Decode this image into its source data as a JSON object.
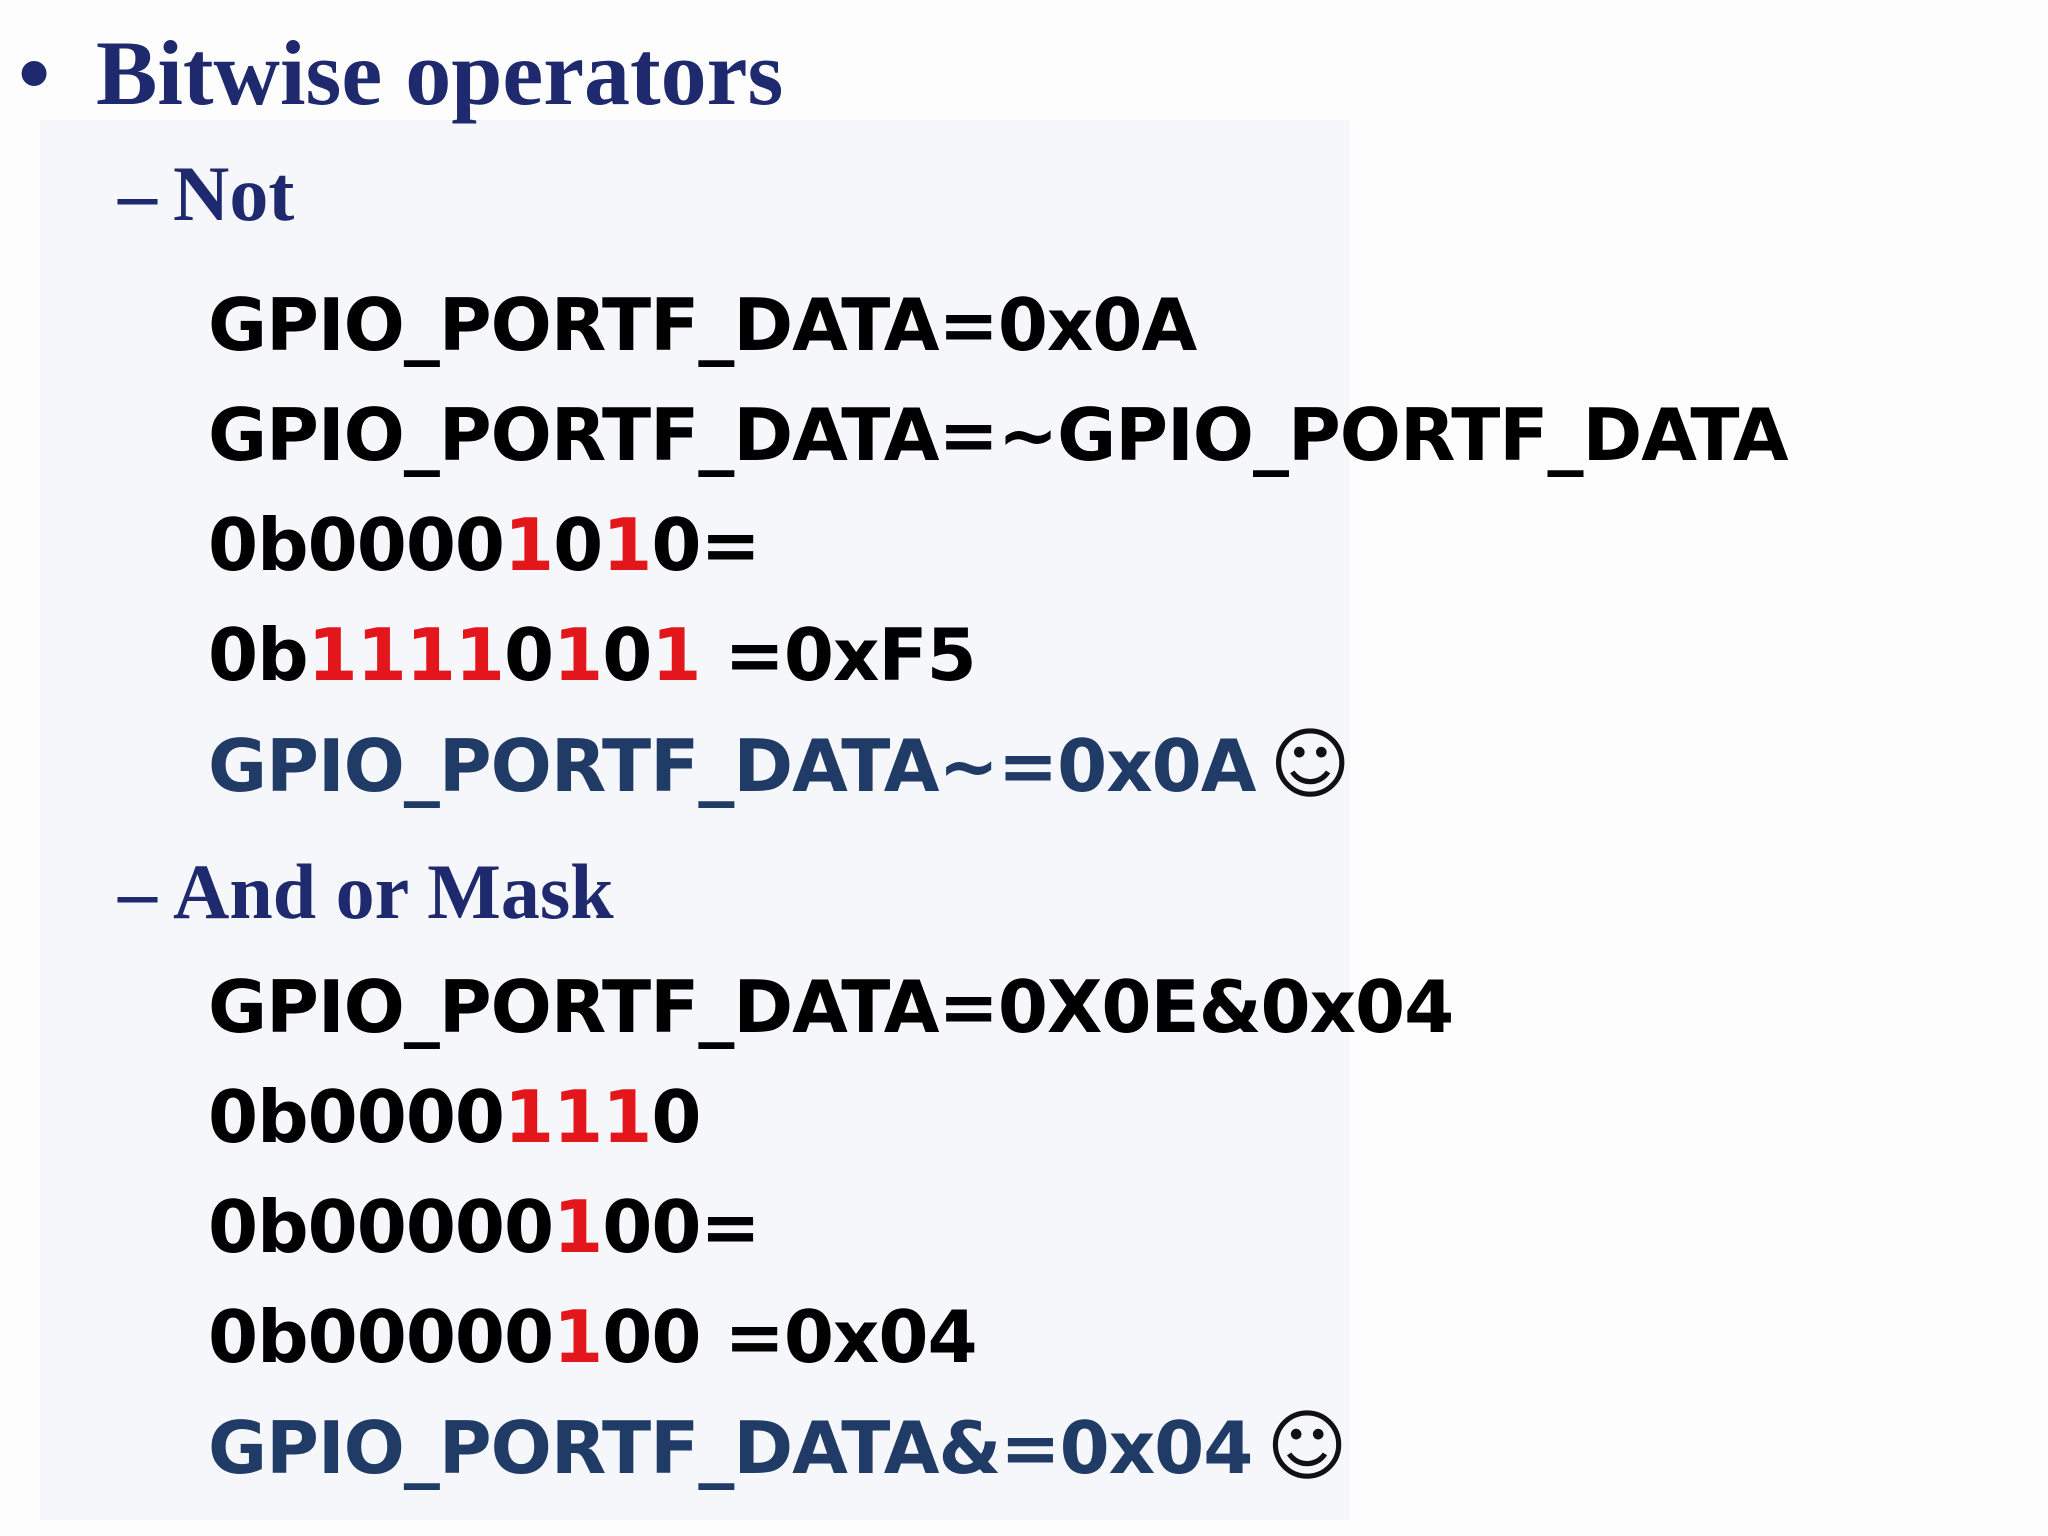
{
  "heading": {
    "bullet": "•",
    "title": "Bitwise operators"
  },
  "sections": [
    {
      "dash": "–",
      "title": "Not",
      "lines": [
        [
          {
            "text": "GPIO_PORTF_DATA=0x0A"
          }
        ],
        [
          {
            "text": "GPIO_PORTF_DATA=~GPIO_PORTF_DATA"
          }
        ],
        [
          {
            "text": "0b0000"
          },
          {
            "text": "1",
            "hl": true
          },
          {
            "text": "0"
          },
          {
            "text": "1",
            "hl": true
          },
          {
            "text": "0="
          }
        ],
        [
          {
            "text": "0b"
          },
          {
            "text": "1111",
            "hl": true
          },
          {
            "text": "0"
          },
          {
            "text": "1",
            "hl": true
          },
          {
            "text": "0"
          },
          {
            "text": "1",
            "hl": true
          },
          {
            "text": " =0xF5"
          }
        ],
        [
          {
            "text": "GPIO_PORTF_DATA~=0x0A"
          }
        ]
      ],
      "final_smiley": "☺"
    },
    {
      "dash": "–",
      "title": "And or Mask",
      "lines": [
        [
          {
            "text": "GPIO_PORTF_DATA=0X0E&0x04"
          }
        ],
        [
          {
            "text": "0b0000"
          },
          {
            "text": "111",
            "hl": true
          },
          {
            "text": "0"
          }
        ],
        [
          {
            "text": "0b00000"
          },
          {
            "text": "1",
            "hl": true
          },
          {
            "text": "00="
          }
        ],
        [
          {
            "text": "0b00000"
          },
          {
            "text": "1",
            "hl": true
          },
          {
            "text": "00 =0x04"
          }
        ],
        [
          {
            "text": "GPIO_PORTF_DATA&=0x04"
          }
        ]
      ],
      "final_smiley": "☺"
    }
  ]
}
